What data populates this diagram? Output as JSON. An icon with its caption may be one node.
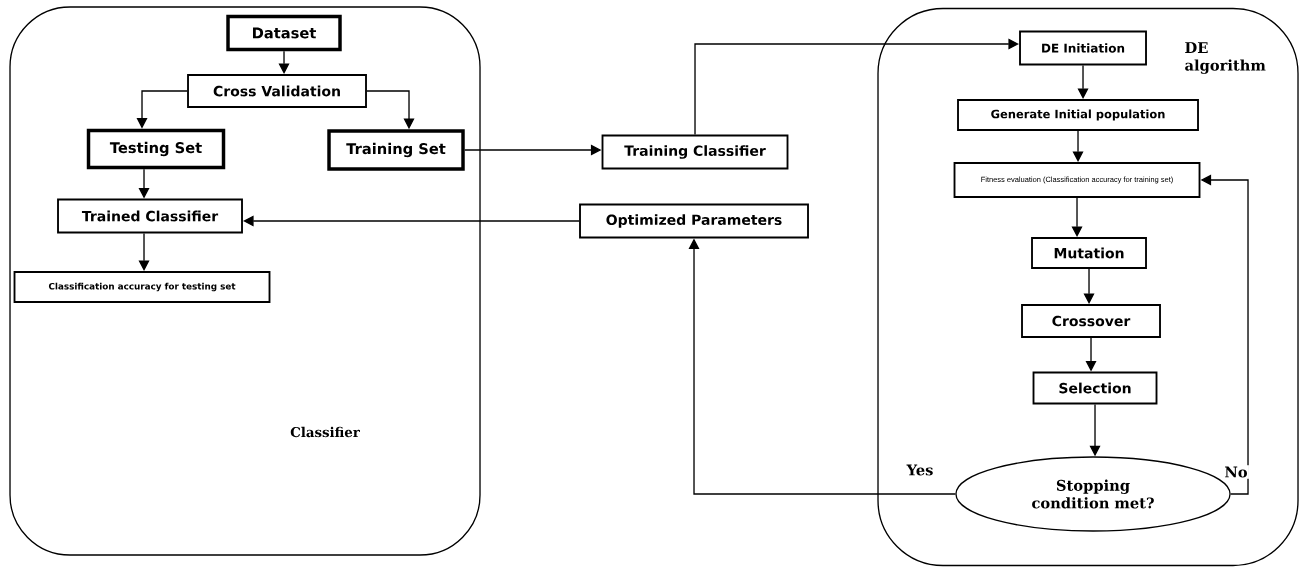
{
  "diagram": {
    "nodes": [
      {
        "text": [
          "Classifier"
        ]
      },
      {
        "text": [
          "Dataset"
        ],
        "in": 0
      },
      {
        "text": [
          "Cross Validation"
        ],
        "in": 0
      },
      {
        "text": [
          "Testing Set"
        ],
        "in": 0
      },
      {
        "text": [
          "Training Set"
        ],
        "in": 0
      },
      {
        "text": [
          "Trained Classifier"
        ],
        "in": 0
      },
      {
        "text": [
          "Classification accuracy for testing set"
        ],
        "in": 0
      },
      {
        "text": [
          "Training Classifier"
        ]
      },
      {
        "text": [
          "Optimized Parameters"
        ]
      },
      {
        "text": [
          "DE algorithm"
        ]
      },
      {
        "text": [
          "DE Initiation"
        ],
        "in": 9
      },
      {
        "text": [
          "Generate Initial population"
        ],
        "in": 9
      },
      {
        "text": [
          "Fitness evaluation (Classification accuracy for training set)"
        ],
        "in": 9
      },
      {
        "text": [
          "Mutation"
        ],
        "in": 9
      },
      {
        "text": [
          "Crossover"
        ],
        "in": 9
      },
      {
        "text": [
          "Selection"
        ],
        "in": 9
      },
      {
        "text": [
          "Stopping condition met?"
        ],
        "in": 9
      }
    ],
    "edges": [
      {
        "from": 1,
        "to": 2,
        "arrow": "to"
      },
      {
        "from": 2,
        "to": 3,
        "arrow": "to"
      },
      {
        "from": 2,
        "to": 4,
        "arrow": "to"
      },
      {
        "from": 3,
        "to": 5,
        "arrow": "to"
      },
      {
        "from": 5,
        "to": 6,
        "arrow": "to"
      },
      {
        "from": 4,
        "to": 7,
        "arrow": "to"
      },
      {
        "from": 7,
        "to": 10,
        "arrow": "to"
      },
      {
        "from": 10,
        "to": 11,
        "arrow": "to"
      },
      {
        "from": 11,
        "to": 12,
        "arrow": "to"
      },
      {
        "from": 12,
        "to": 13,
        "arrow": "to"
      },
      {
        "from": 13,
        "to": 14,
        "arrow": "to"
      },
      {
        "from": 14,
        "to": 15,
        "arrow": "to"
      },
      {
        "from": 15,
        "to": 16,
        "arrow": "to"
      },
      {
        "from": 16,
        "to": 8,
        "label": "Yes",
        "arrow": "to"
      },
      {
        "from": 16,
        "to": 12,
        "label": "No",
        "arrow": "to"
      },
      {
        "from": 8,
        "to": 5,
        "arrow": "to"
      }
    ]
  }
}
